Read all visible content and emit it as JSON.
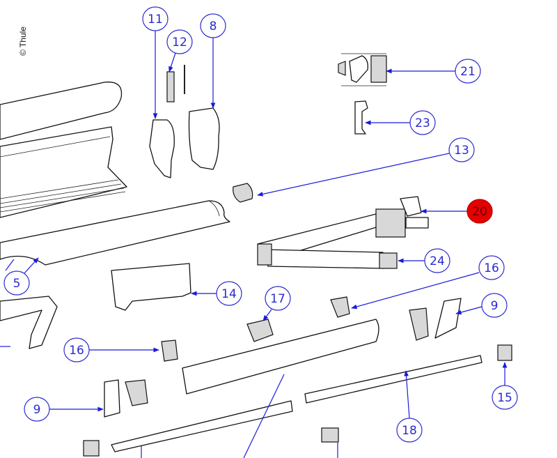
{
  "copyright": "© Thule",
  "colors": {
    "callout": "#2a2ad0",
    "highlight": "#e60000"
  },
  "callouts": [
    {
      "label": "11"
    },
    {
      "label": "12"
    },
    {
      "label": "8"
    },
    {
      "label": "21"
    },
    {
      "label": "23"
    },
    {
      "label": "13"
    },
    {
      "label": "20",
      "highlighted": true
    },
    {
      "label": "24"
    },
    {
      "label": "16"
    },
    {
      "label": "9"
    },
    {
      "label": "14"
    },
    {
      "label": "17"
    },
    {
      "label": "16"
    },
    {
      "label": "5"
    },
    {
      "label": "9"
    },
    {
      "label": "15"
    },
    {
      "label": "18"
    }
  ]
}
